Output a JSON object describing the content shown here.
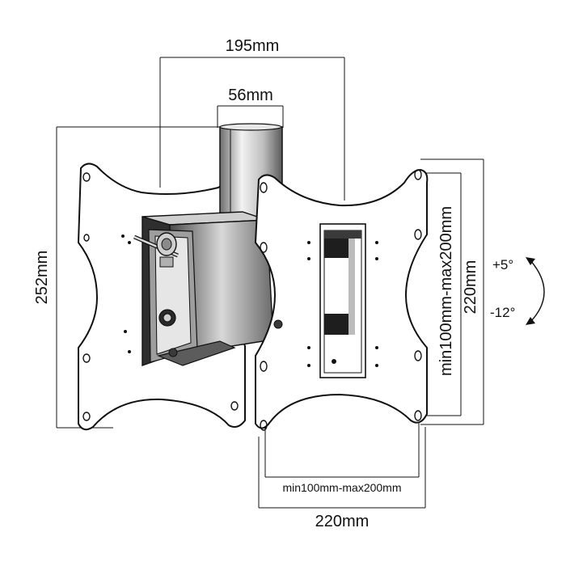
{
  "dimensions": {
    "width_total": "195mm",
    "pole": "56mm",
    "height_total": "252mm",
    "plate_height": "220mm",
    "plate_width": "220mm",
    "vesa_vertical": "min100mm-max200mm",
    "vesa_horizontal": "min100mm-max200mm"
  },
  "tilt": {
    "up": "+5°",
    "down": "-12°"
  },
  "colors": {
    "line": "#111111",
    "metal_dark": "#3a3a3a",
    "metal_mid": "#8c8c8c",
    "metal_light": "#d6d6d6",
    "background": "#ffffff"
  }
}
